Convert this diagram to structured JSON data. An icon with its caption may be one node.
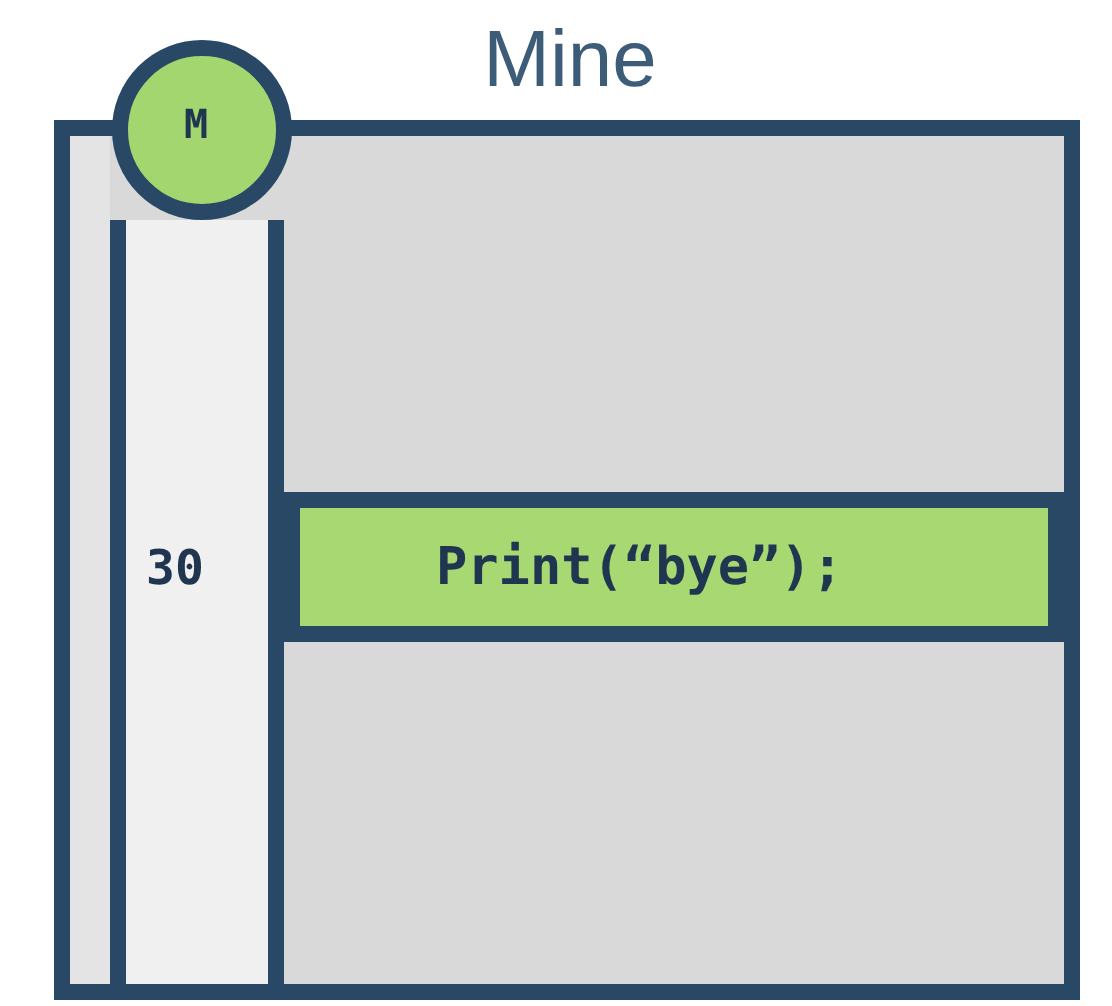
{
  "diagram": {
    "nodes": [
      {
        "text": [
          "Mine"
        ]
      },
      {
        "text": [
          "M"
        ]
      },
      {
        "text": [
          "30"
        ],
        "in": 0
      },
      {
        "text": [
          "Print(“bye”);"
        ],
        "in": 0
      }
    ]
  }
}
